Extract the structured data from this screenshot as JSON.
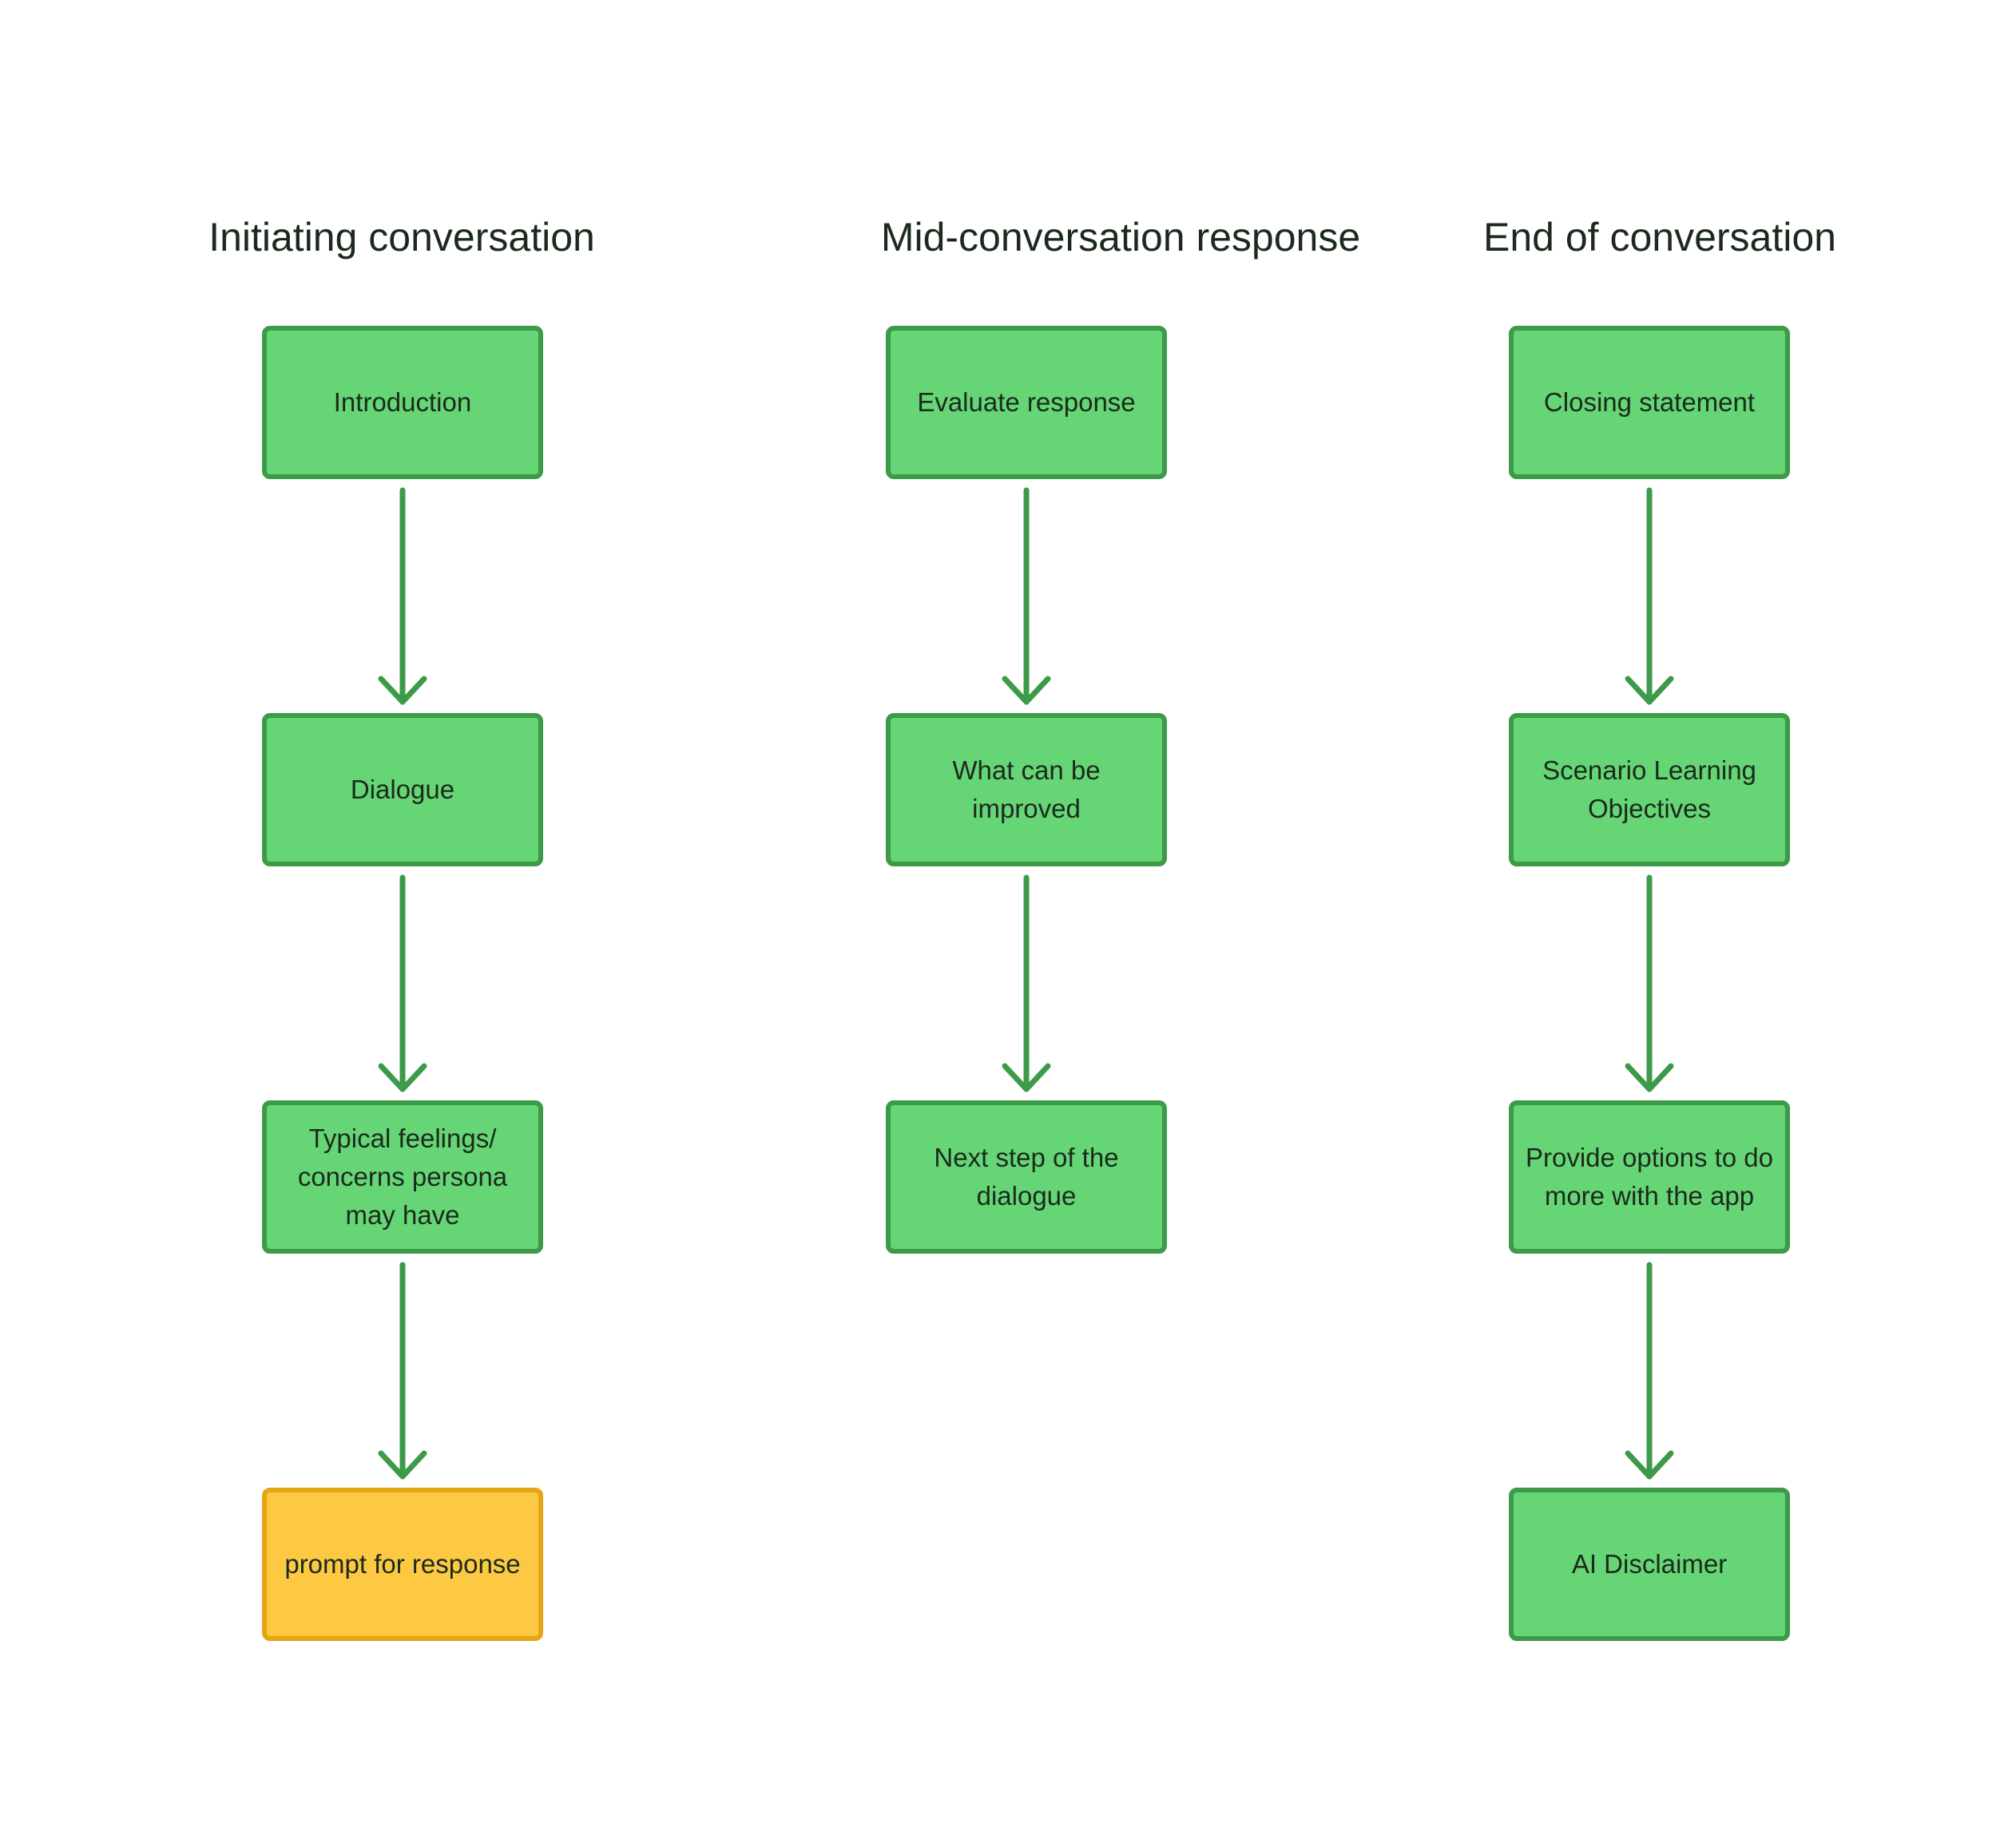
{
  "colors": {
    "node_fill": "#65d575",
    "node_border": "#3c9a48",
    "highlight_fill": "#fdc943",
    "highlight_border": "#e6a512",
    "arrow": "#3c9a48",
    "title_text": "#1b2a1d"
  },
  "columns": [
    {
      "title": "Initiating conversation",
      "nodes": [
        {
          "label": "Introduction",
          "style": "green"
        },
        {
          "label": "Dialogue",
          "style": "green"
        },
        {
          "label": "Typical feelings/\nconcerns persona\nmay have",
          "style": "green"
        },
        {
          "label": "prompt for response",
          "style": "yellow"
        }
      ]
    },
    {
      "title": "Mid-conversation response",
      "nodes": [
        {
          "label": "Evaluate response",
          "style": "green"
        },
        {
          "label": "What can be\nimproved",
          "style": "green"
        },
        {
          "label": "Next step of the\ndialogue",
          "style": "green"
        }
      ]
    },
    {
      "title": "End of conversation",
      "nodes": [
        {
          "label": "Closing statement",
          "style": "green"
        },
        {
          "label": "Scenario Learning\nObjectives",
          "style": "green"
        },
        {
          "label": "Provide options to do\nmore with the app",
          "style": "green"
        },
        {
          "label": "AI Disclaimer",
          "style": "green"
        }
      ]
    }
  ]
}
